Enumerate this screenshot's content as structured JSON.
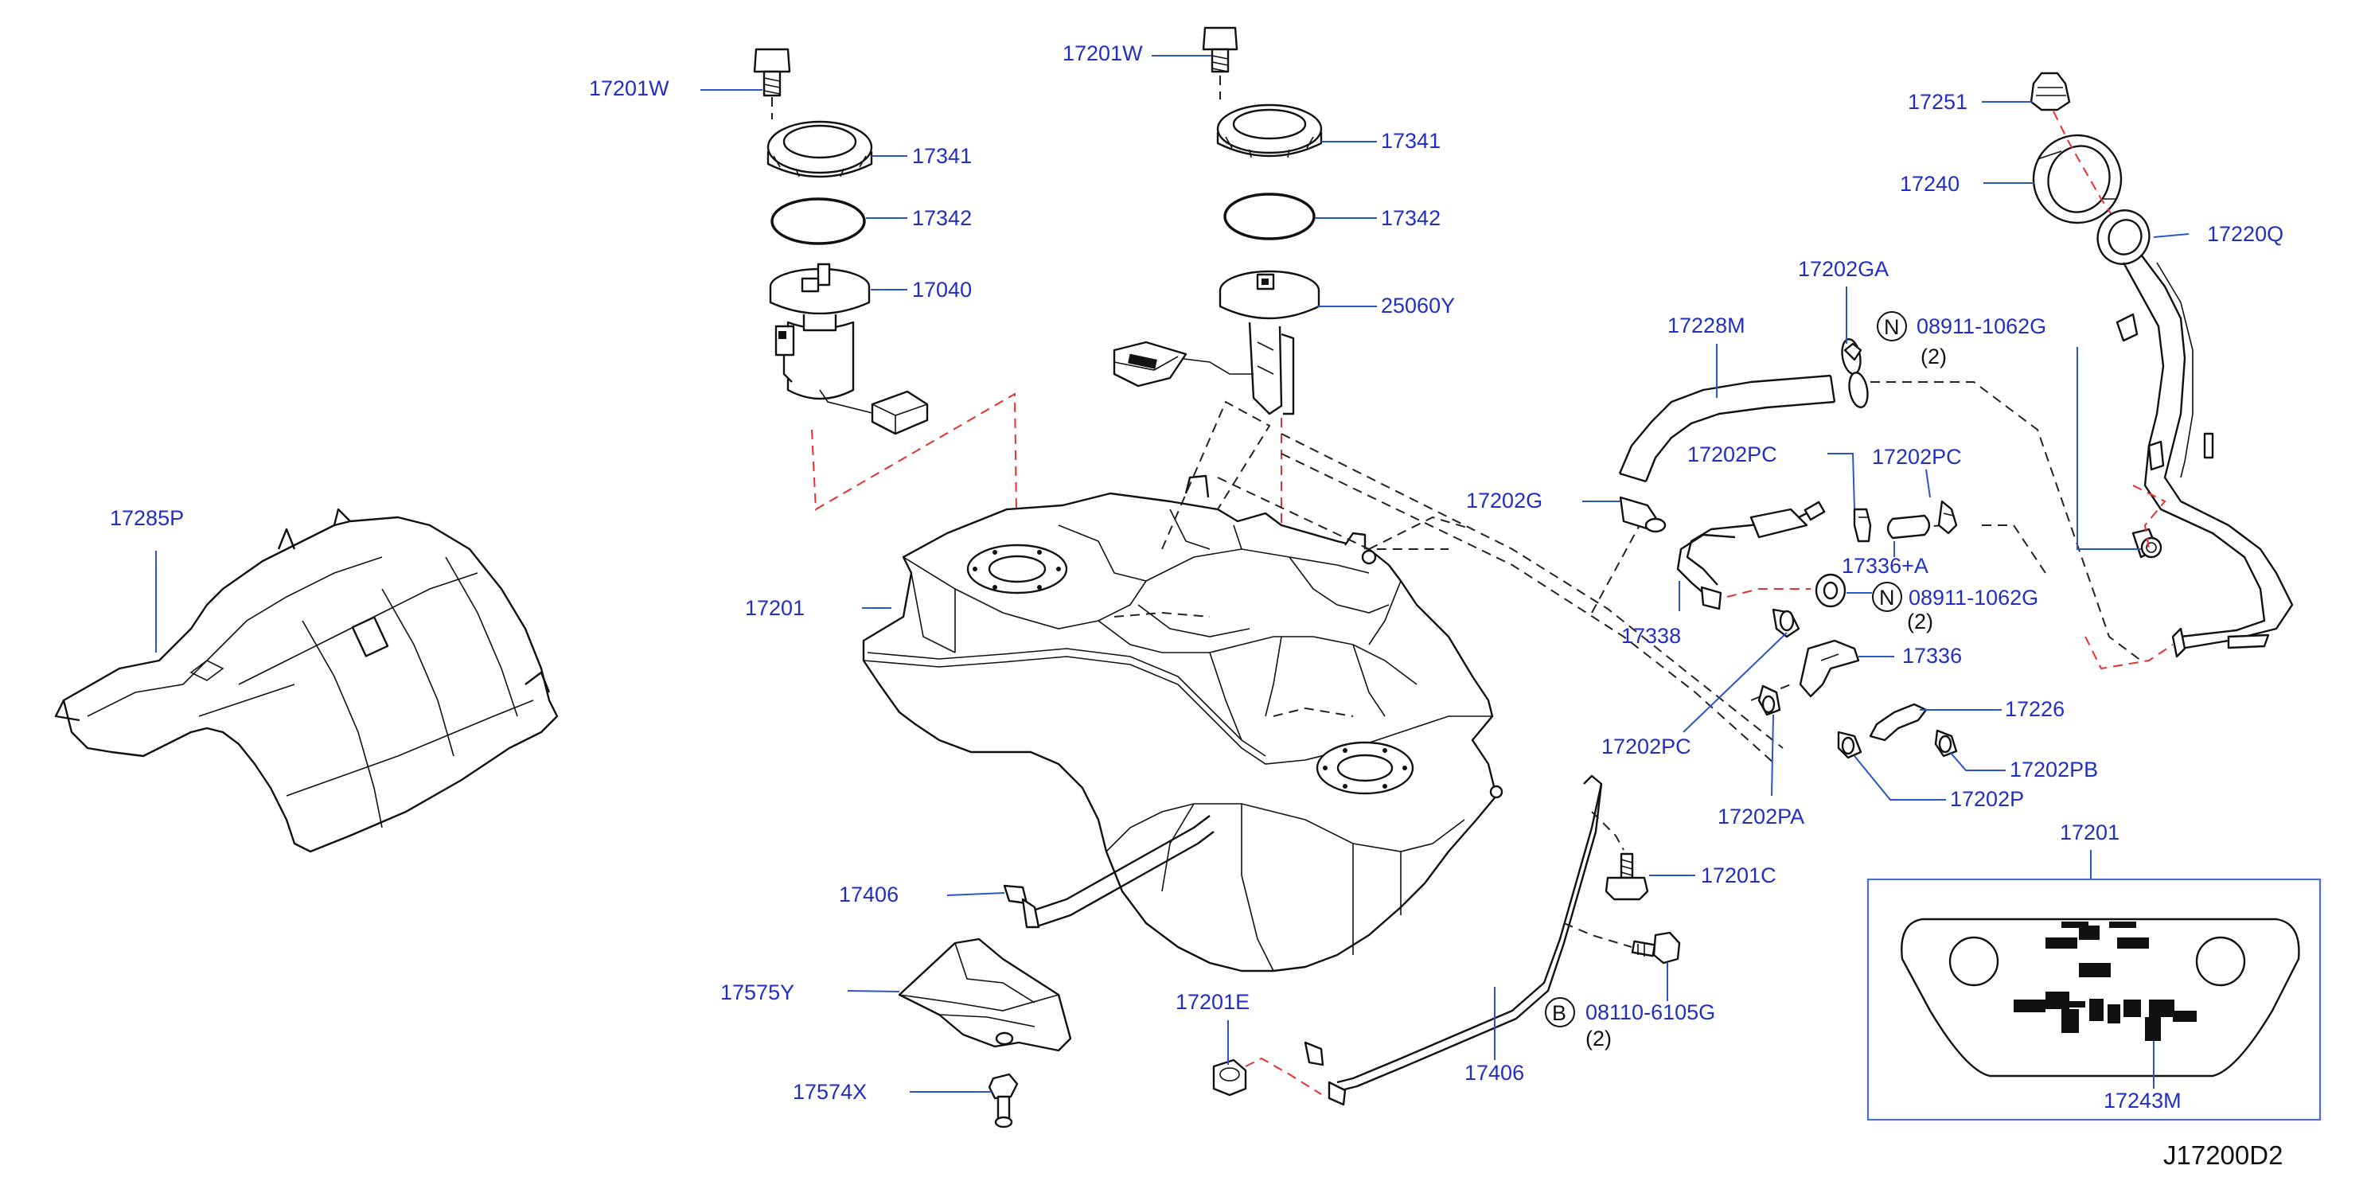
{
  "diagram_id": "J17200D2",
  "labels": {
    "l_17201W_a": "17201W",
    "l_17201W_b": "17201W",
    "l_17341_a": "17341",
    "l_17341_b": "17341",
    "l_17342_a": "17342",
    "l_17342_b": "17342",
    "l_17040": "17040",
    "l_25060Y": "25060Y",
    "l_17285P": "17285P",
    "l_17201_tank": "17201",
    "l_17251": "17251",
    "l_17240": "17240",
    "l_17220Q": "17220Q",
    "l_17202GA": "17202GA",
    "l_08911_a": "08911-1062G",
    "l_08911_a_qty": "(2)",
    "l_17228M": "17228M",
    "l_17202PC_a": "17202PC",
    "l_17202PC_b": "17202PC",
    "l_17202G": "17202G",
    "l_17336A": "17336+A",
    "l_08911_b": "08911-1062G",
    "l_08911_b_qty": "(2)",
    "l_17338": "17338",
    "l_17336": "17336",
    "l_17226": "17226",
    "l_17202PC_c": "17202PC",
    "l_17202PB": "17202PB",
    "l_17202PA": "17202PA",
    "l_17202P": "17202P",
    "l_17201_inset": "17201",
    "l_17406_a": "17406",
    "l_17201C": "17201C",
    "l_17575Y": "17575Y",
    "l_08110": "08110-6105G",
    "l_08110_qty": "(2)",
    "l_17201E": "17201E",
    "l_17574X": "17574X",
    "l_17406_b": "17406",
    "l_17243M": "17243M"
  },
  "badges": {
    "n_a": "N",
    "n_b": "N",
    "b": "B"
  },
  "colors": {
    "label_blue": "#1f2fc4",
    "leader_blue": "#2a55c8",
    "dash_red": "#e53030",
    "line_black": "#111111"
  }
}
